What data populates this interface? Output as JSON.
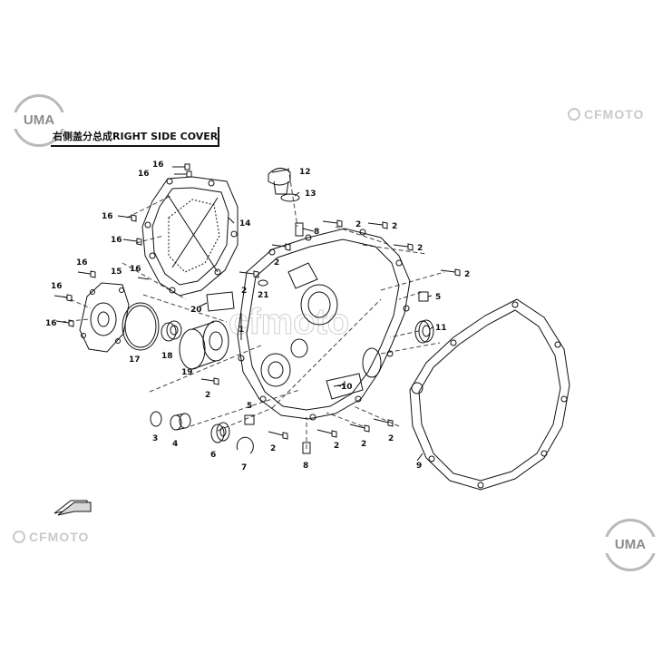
{
  "title": "右侧盖分总成RIGHT SIDE COVER",
  "watermark": "cfmoto",
  "logos": {
    "uma_text": "UMA",
    "cfmoto_text": "CFMOTO"
  },
  "callouts": [
    "1",
    "2",
    "3",
    "4",
    "5",
    "6",
    "7",
    "8",
    "9",
    "10",
    "11",
    "12",
    "13",
    "14",
    "15",
    "16",
    "17",
    "18",
    "19",
    "20",
    "21"
  ]
}
